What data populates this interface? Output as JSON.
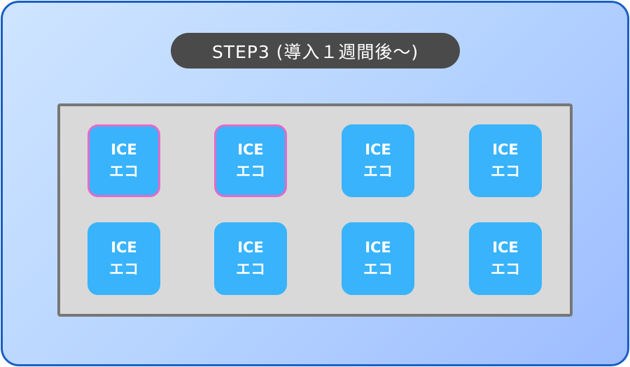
{
  "title": "STEP3 (導入１週間後〜)",
  "colors": {
    "frame_border": "#1a5fc2",
    "title_bg": "#4a4a4a",
    "tray_bg": "#d9d9d9",
    "tray_border": "#777777",
    "tile_bg": "#38b3fc",
    "tile_highlight_border": "#e36bc9"
  },
  "tray": {
    "rows": 2,
    "columns": 4,
    "tiles": [
      {
        "line1": "ICE",
        "line2": "エコ",
        "highlighted": true
      },
      {
        "line1": "ICE",
        "line2": "エコ",
        "highlighted": true
      },
      {
        "line1": "ICE",
        "line2": "エコ",
        "highlighted": false
      },
      {
        "line1": "ICE",
        "line2": "エコ",
        "highlighted": false
      },
      {
        "line1": "ICE",
        "line2": "エコ",
        "highlighted": false
      },
      {
        "line1": "ICE",
        "line2": "エコ",
        "highlighted": false
      },
      {
        "line1": "ICE",
        "line2": "エコ",
        "highlighted": false
      },
      {
        "line1": "ICE",
        "line2": "エコ",
        "highlighted": false
      }
    ]
  }
}
